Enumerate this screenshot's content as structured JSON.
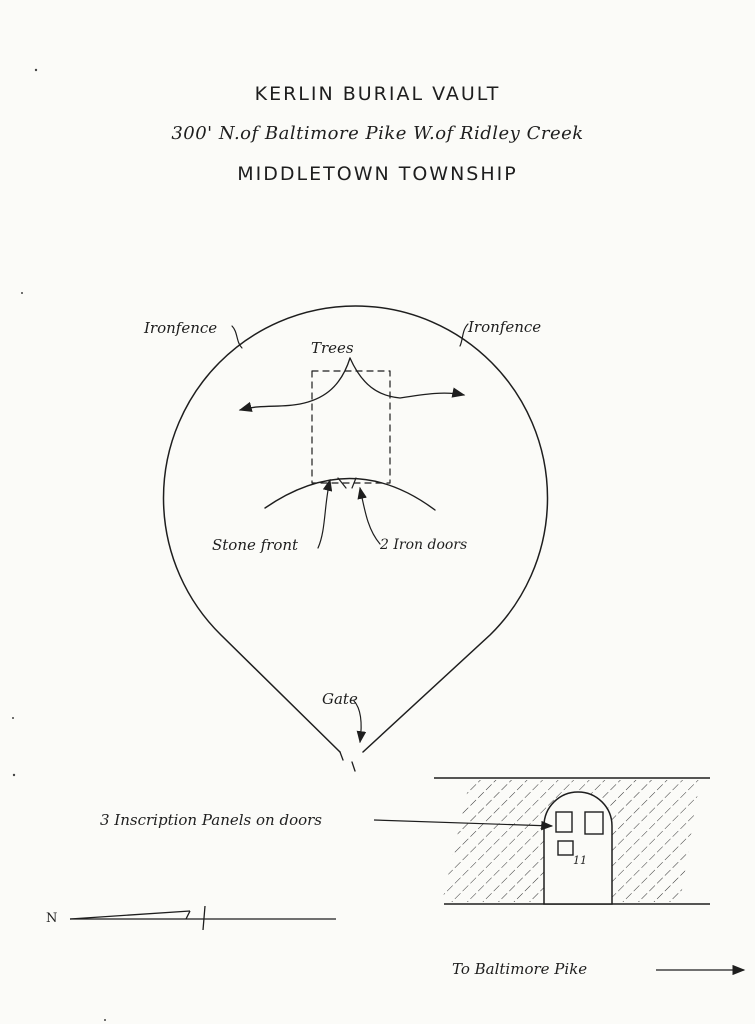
{
  "title": {
    "line1": "KERLIN BURIAL VAULT",
    "line2": "300' N.of Baltimore Pike W.of Ridley Creek",
    "line3": "MIDDLETOWN TOWNSHIP"
  },
  "labels": {
    "iron_fence_left": "Ironfence",
    "iron_fence_right": "Ironfence",
    "trees": "Trees",
    "stone_front": "Stone front",
    "iron_doors": "2 Iron doors",
    "gate": "Gate",
    "inscription_panels": "3 Inscription Panels on doors",
    "door_number": "11",
    "north": "N",
    "to_baltimore_pike": "To Baltimore Pike"
  },
  "colors": {
    "ink": "#1e1e1e",
    "paper": "#fbfbf8"
  },
  "icons": {
    "north_arrow": "north-arrow-icon",
    "direction_arrow": "arrow-right-icon"
  }
}
